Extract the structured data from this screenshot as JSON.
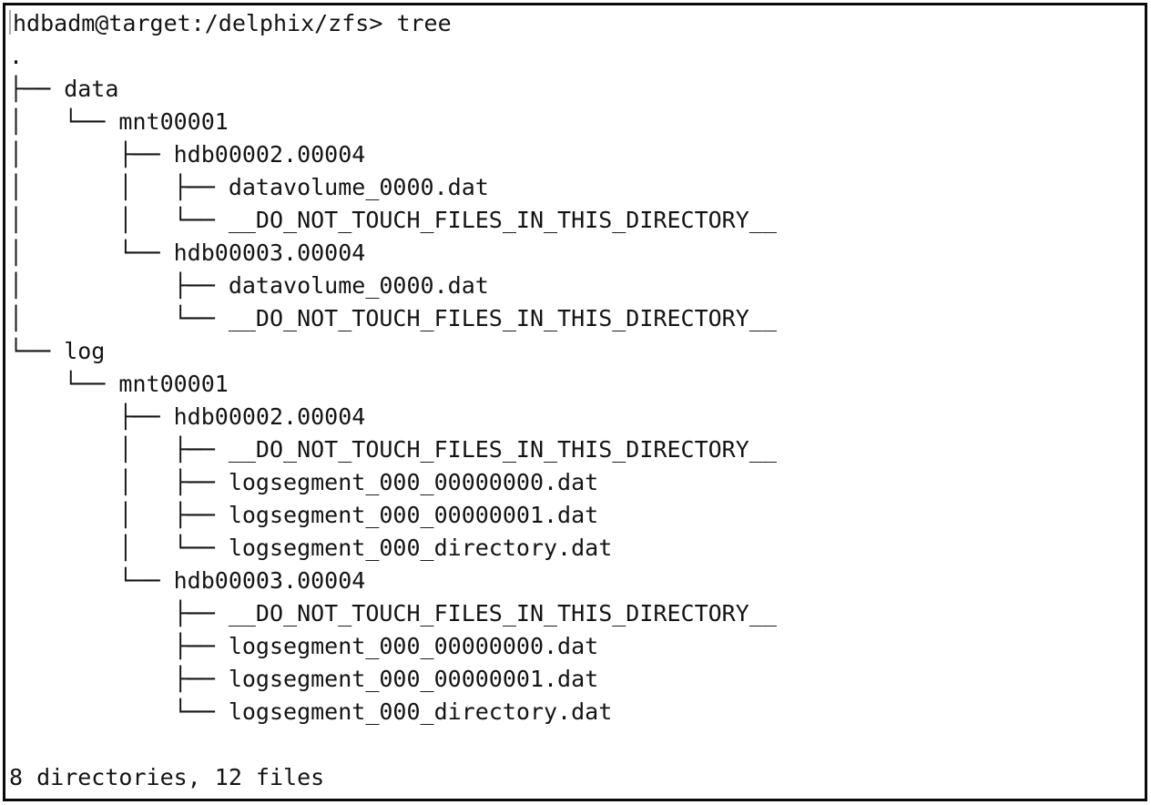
{
  "terminal": {
    "prompt": "hdbadm@target:/delphix/zfs>",
    "command": "tree",
    "tree_output": [
      ".",
      "├── data",
      "│   └── mnt00001",
      "│       ├── hdb00002.00004",
      "│       │   ├── datavolume_0000.dat",
      "│       │   └── __DO_NOT_TOUCH_FILES_IN_THIS_DIRECTORY__",
      "│       └── hdb00003.00004",
      "│           ├── datavolume_0000.dat",
      "│           └── __DO_NOT_TOUCH_FILES_IN_THIS_DIRECTORY__",
      "└── log",
      "    └── mnt00001",
      "        ├── hdb00002.00004",
      "        │   ├── __DO_NOT_TOUCH_FILES_IN_THIS_DIRECTORY__",
      "        │   ├── logsegment_000_00000000.dat",
      "        │   ├── logsegment_000_00000001.dat",
      "        │   └── logsegment_000_directory.dat",
      "        └── hdb00003.00004",
      "            ├── __DO_NOT_TOUCH_FILES_IN_THIS_DIRECTORY__",
      "            ├── logsegment_000_00000000.dat",
      "            ├── logsegment_000_00000001.dat",
      "            └── logsegment_000_directory.dat"
    ],
    "summary": "8 directories, 12 files",
    "colors": {
      "background": "#ffffff",
      "text": "#141414",
      "border": "#0a0a0a",
      "cursor": "#a9a9a9"
    }
  }
}
